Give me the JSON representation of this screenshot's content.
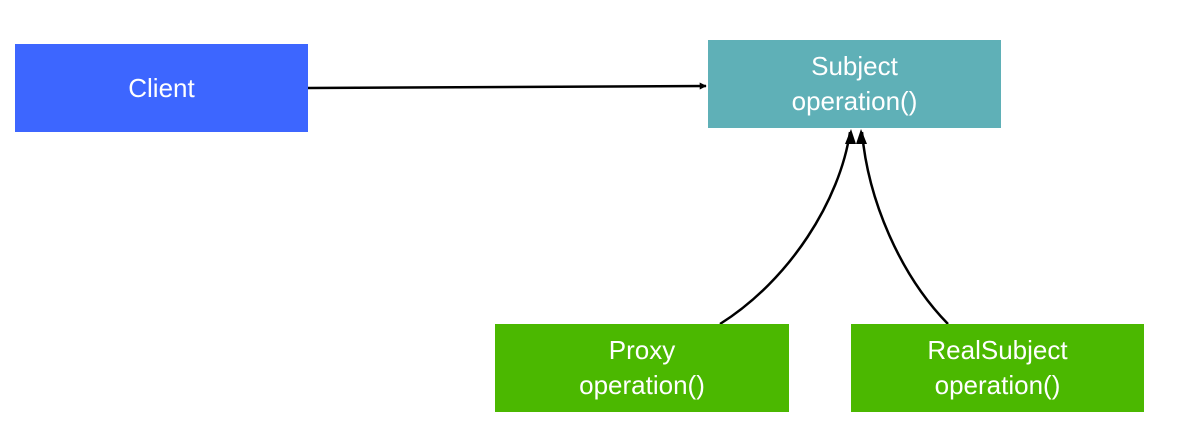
{
  "colors": {
    "client": "#3D66FF",
    "subject": "#5FB0B7",
    "proxy": "#4BB800",
    "realsubject": "#4BB800",
    "connector": "#000000"
  },
  "nodes": {
    "client": {
      "line1": "Client"
    },
    "subject": {
      "line1": "Subject",
      "line2": "operation()"
    },
    "proxy": {
      "line1": "Proxy",
      "line2": "operation()"
    },
    "realsubject": {
      "line1": "RealSubject",
      "line2": "operation()"
    }
  },
  "edges": [
    {
      "from": "Client",
      "to": "Subject"
    },
    {
      "from": "Proxy",
      "to": "Subject"
    },
    {
      "from": "RealSubject",
      "to": "Subject"
    }
  ]
}
